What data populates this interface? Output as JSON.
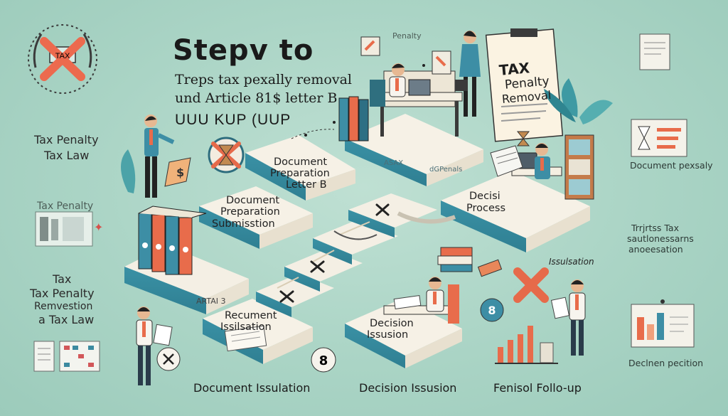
{
  "header": {
    "title": "Stepv to",
    "line1": "Treps tax pexally removal",
    "line2": "und Article 81$ letter B",
    "line3": "UUU KUP (UUP"
  },
  "left_panel": {
    "top_label_1": "Tax Penalty",
    "top_label_2": "Tax Law",
    "mid_label": "Tax Penalty",
    "bottom_label_1": "Tax",
    "bottom_label_2": "Tax Penalty",
    "bottom_label_3": "Remvestion",
    "bottom_label_4": "a Tax Law"
  },
  "platforms": {
    "doc_prep_letter_1": "Document",
    "doc_prep_letter_2": "Preparation",
    "doc_prep_letter_3": "Letter B",
    "doc_prep_sub_1": "Document",
    "doc_prep_sub_2": "Preparation",
    "doc_prep_sub_3": "Submisstion",
    "decision_process_1": "Decisi",
    "decision_process_2": "Process",
    "recument_1": "Recument",
    "recument_2": "Issilsation",
    "decision_issuance_1": "Decision",
    "decision_issuance_2": "Issusion",
    "stair_label": "Issulsation",
    "block_label": "ARTAI 3",
    "desk_plate": "ASAX",
    "desk_plate_2": "dGPenals",
    "wall_label": "Penalty"
  },
  "poster": {
    "line1": "TAX",
    "line2": "Penalty",
    "line3": "Removal"
  },
  "right_panel": {
    "card1_label": "Document pexsaly",
    "mid_line1": "Trrjrtss Tax",
    "mid_line2": "sautlonessarns",
    "mid_line3": "anoeesation",
    "card2_label": "Declnen pecition"
  },
  "footer": {
    "item1": "Document Issulation",
    "item2": "Decision Issusion",
    "item3": "Fenisol Follo-up"
  },
  "seal": {
    "text": "TAX"
  },
  "colors": {
    "background": "#aad4c5",
    "teal": "#3f95a8",
    "orange": "#e76a4a",
    "dark": "#2d3e4a"
  }
}
